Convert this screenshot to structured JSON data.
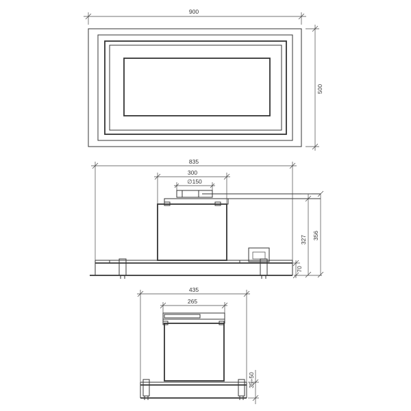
{
  "top_view": {
    "width_label": "900",
    "depth_label": "500"
  },
  "front_view": {
    "width_label": "835",
    "motor_width_label": "300",
    "outlet_label": "∅150",
    "height_a_label": "327",
    "height_b_label": "356",
    "base_label": "70"
  },
  "side_view": {
    "width_label": "435",
    "motor_width_label": "265",
    "clip_label": "35÷50"
  }
}
